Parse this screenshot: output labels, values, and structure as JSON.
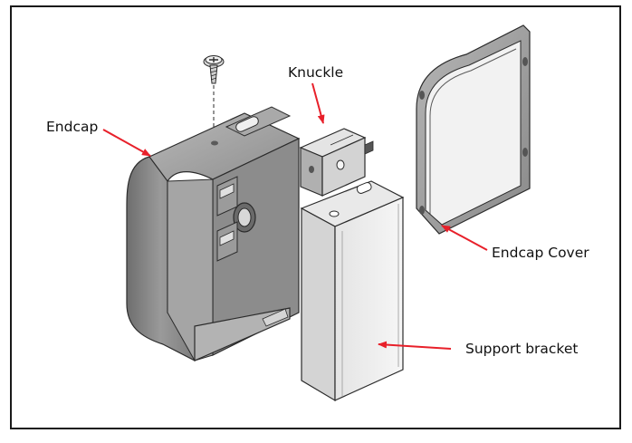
{
  "labels": {
    "endcap": "Endcap",
    "knuckle": "Knuckle",
    "endcap_cover": "Endcap Cover",
    "support_bracket": "Support bracket"
  },
  "colors": {
    "arrow": "#e8202a",
    "part_dark": "#7a7a7a",
    "part_mid": "#9d9d9d",
    "part_light": "#c4c4c4",
    "part_face": "#dcdcdc",
    "outline": "#2b2b2b"
  }
}
